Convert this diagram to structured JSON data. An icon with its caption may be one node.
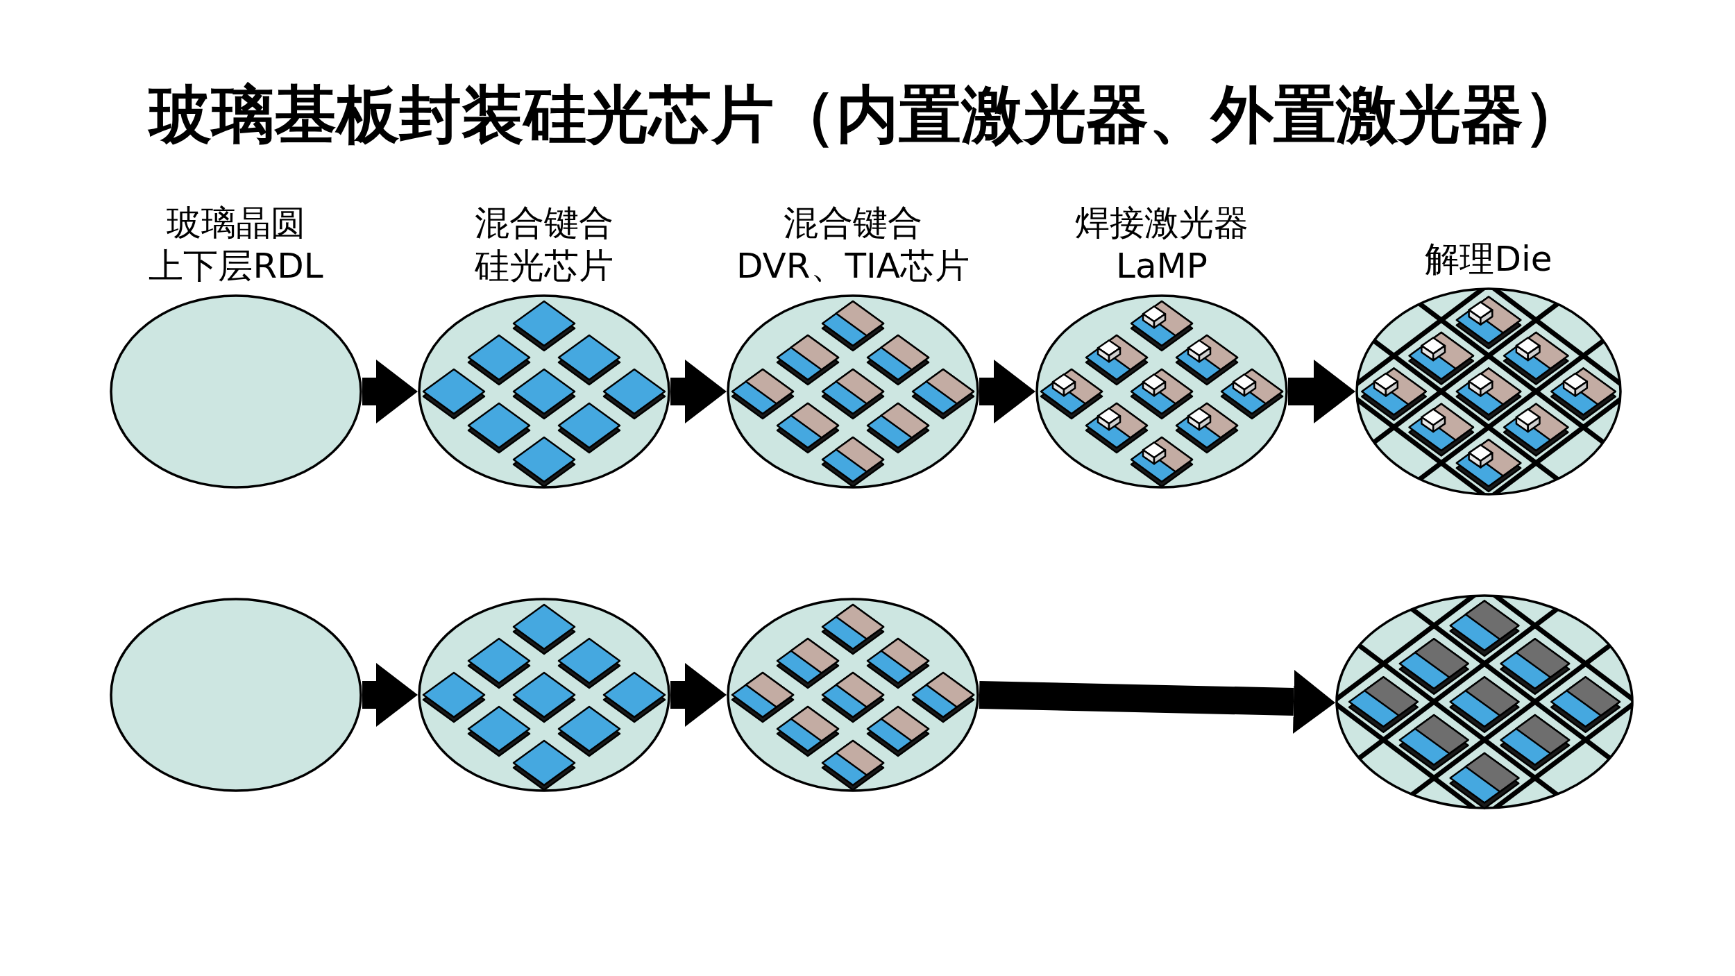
{
  "diagram": {
    "title": "玻璃基板封装硅光芯片（内置激光器、外置激光器）",
    "nodes": [
      {
        "text": [
          "玻璃晶圆上下层RDL"
        ]
      },
      {
        "text": [
          "混合键合硅光芯片"
        ]
      },
      {
        "text": [
          "混合键合DVR、TIA芯片"
        ]
      },
      {
        "text": [
          "焊接激光器LaMP"
        ]
      },
      {
        "text": [
          "解理Die"
        ]
      },
      {
        "text": [],
        "shape": "circle"
      },
      {
        "text": [],
        "shape": "circle"
      },
      {
        "text": [],
        "shape": "circle"
      },
      {
        "text": [],
        "shape": "circle"
      }
    ],
    "edges": [
      {
        "from": 0,
        "to": 1,
        "arrow": "to"
      },
      {
        "from": 1,
        "to": 2,
        "arrow": "to"
      },
      {
        "from": 2,
        "to": 3,
        "arrow": "to"
      },
      {
        "from": 3,
        "to": 4,
        "arrow": "to"
      },
      {
        "from": 5,
        "to": 6,
        "arrow": "to"
      },
      {
        "from": 6,
        "to": 7,
        "arrow": "to"
      },
      {
        "from": 7,
        "to": 8,
        "arrow": "to"
      }
    ]
  }
}
